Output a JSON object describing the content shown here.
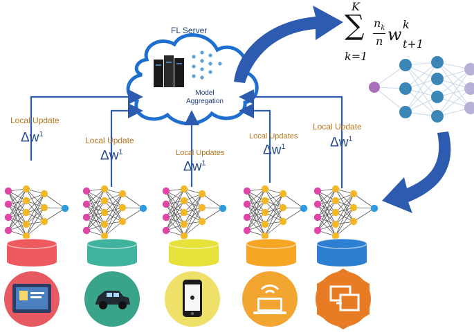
{
  "server": {
    "title": "FL Server",
    "aggregation_line1": "Model",
    "aggregation_line2": "Aggregation"
  },
  "formula": {
    "upper": "K",
    "sigma": "∑",
    "lower": "k=1",
    "num": "n",
    "num_sub": "k",
    "den": "n",
    "w": "w",
    "w_sup": "k",
    "w_sub": "t+1"
  },
  "clients": [
    {
      "update_label": "Local Update",
      "delta": "Δw",
      "delta_sup": "1",
      "db_color": "#ee5a5e",
      "circle_color": "#e85a62",
      "device": "tablet-icon"
    },
    {
      "update_label": "Local Update",
      "delta": "Δw",
      "delta_sup": "1",
      "db_color": "#3fb39d",
      "circle_color": "#3aa48a",
      "device": "car-icon"
    },
    {
      "update_label": "Local Updates",
      "delta": "Δw",
      "delta_sup": "1",
      "db_color": "#e6e23a",
      "circle_color": "#efe06a",
      "device": "smartphone-icon"
    },
    {
      "update_label": "Local Updates",
      "delta": "Δw",
      "delta_sup": "1",
      "db_color": "#f5a623",
      "circle_color": "#f2a530",
      "device": "laptop-wifi-icon"
    },
    {
      "update_label": "Local Update",
      "delta": "Δw",
      "delta_sup": "1",
      "db_color": "#2d7fd1",
      "circle_color": "#e87c25",
      "device": "multi-screen-icon"
    }
  ],
  "colors": {
    "arrow": "#2d5bb0",
    "cloud": "#1e6fd0",
    "node_pink": "#e046a8",
    "node_yellow": "#f3b72a",
    "node_blue": "#2c9be0",
    "node_purple": "#a86fb8"
  }
}
